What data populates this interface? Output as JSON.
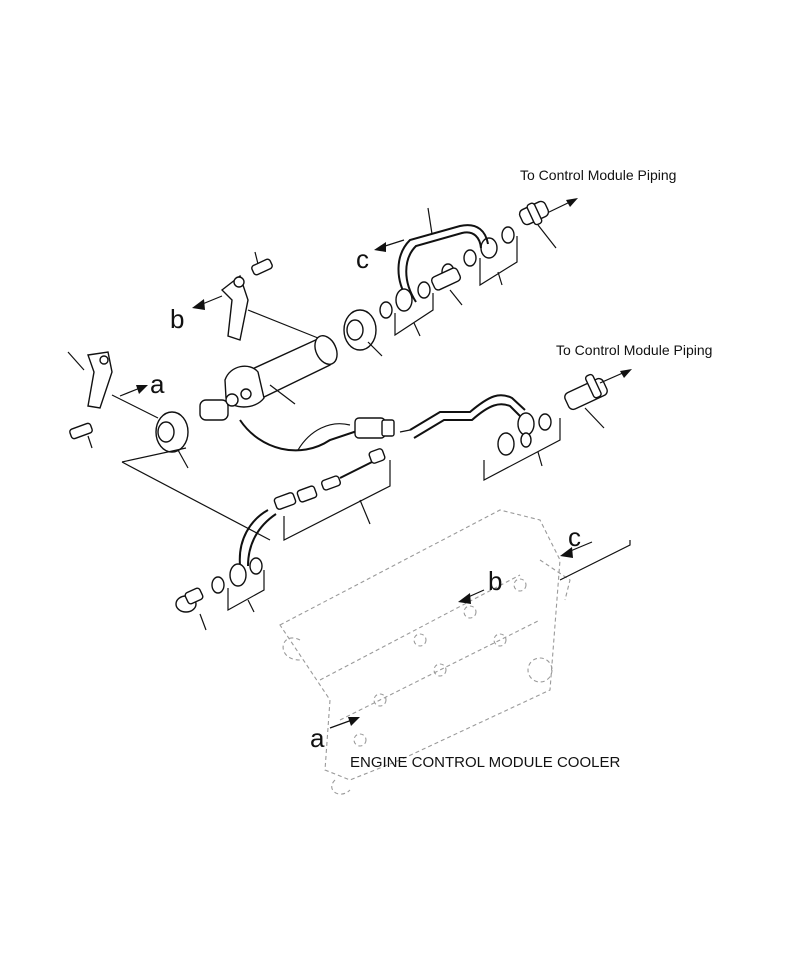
{
  "labels": {
    "to_control_module_piping_top": "To Control Module Piping",
    "to_control_module_piping_right": "To Control Module Piping",
    "engine_control_module_cooler": "ENGINE CONTROL MODULE COOLER"
  },
  "reference_letters": {
    "a_bracket": "a",
    "a_cooler": "a",
    "b_bracket": "b",
    "b_cooler": "b",
    "c_pipe": "c",
    "c_cooler": "c"
  },
  "colors": {
    "ink": "#111111",
    "background": "#ffffff",
    "ghost": "#9a9a9a"
  }
}
